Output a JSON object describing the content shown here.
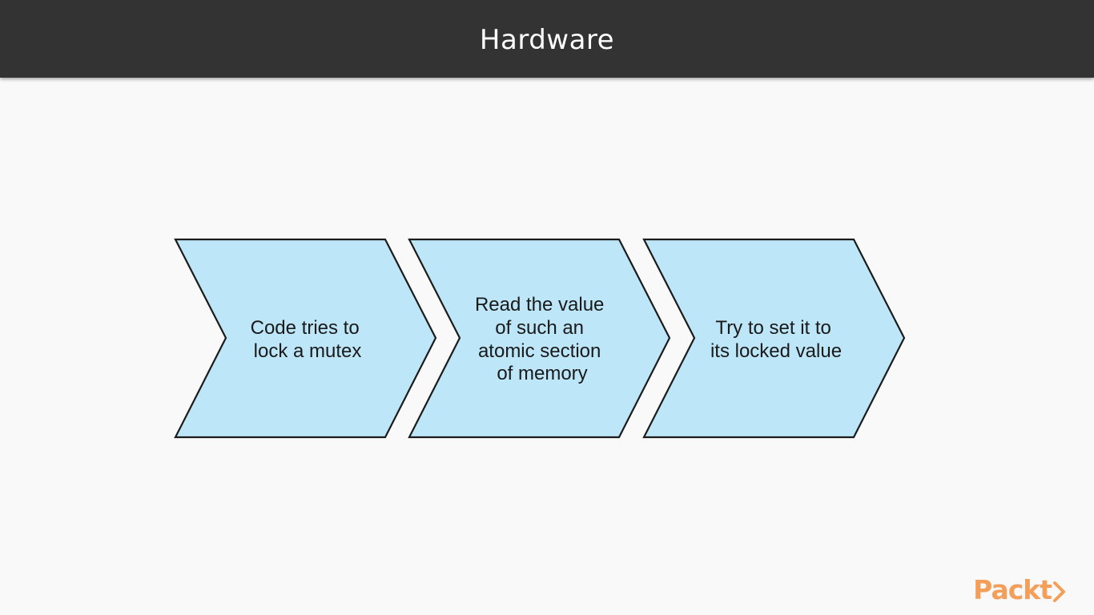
{
  "header": {
    "title": "Hardware"
  },
  "diagram": {
    "steps": [
      {
        "lines": [
          "Code tries to",
          "lock a mutex"
        ]
      },
      {
        "lines": [
          "Read the value",
          "of such an",
          "atomic section",
          "of memory"
        ]
      },
      {
        "lines": [
          "Try to set it to",
          "its locked value"
        ]
      }
    ],
    "colors": {
      "fill": "#bde6f8",
      "stroke": "#1c1c1c"
    }
  },
  "logo": {
    "text": "Packt",
    "color": "#f39f5a"
  }
}
